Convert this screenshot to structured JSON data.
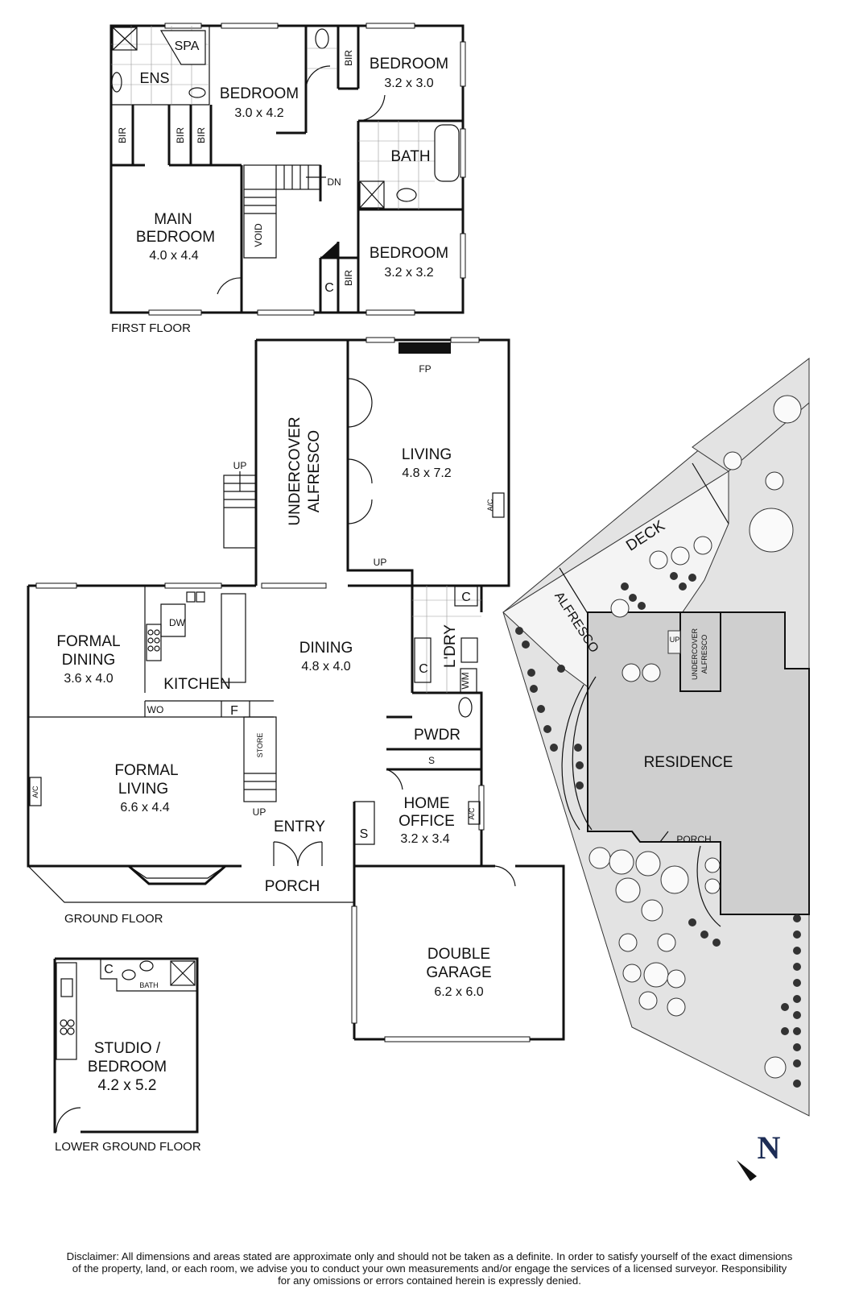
{
  "floors": {
    "first": "FIRST FLOOR",
    "ground": "GROUND FLOOR",
    "lower_ground": "LOWER GROUND FLOOR"
  },
  "rooms": {
    "spa": "SPA",
    "ens": "ENS",
    "bedroom_ens": {
      "name": "BEDROOM",
      "dims": "3.0 x 4.2"
    },
    "bedroom_ne": {
      "name": "BEDROOM",
      "dims": "3.2 x 3.0"
    },
    "bath": "BATH",
    "main_bedroom": {
      "name": "MAIN",
      "name2": "BEDROOM",
      "dims": "4.0 x 4.4"
    },
    "bedroom_se": {
      "name": "BEDROOM",
      "dims": "3.2 x 3.2"
    },
    "bir": "BIR",
    "void": "VOID",
    "dn": "DN",
    "c": "C",
    "living": {
      "name": "LIVING",
      "dims": "4.8 x 7.2"
    },
    "fp": "FP",
    "undercover_alfresco": {
      "line1": "UNDERCOVER",
      "line2": "ALFRESCO"
    },
    "up": "UP",
    "ac": "A/C",
    "formal_dining": {
      "name": "FORMAL",
      "name2": "DINING",
      "dims": "3.6 x 4.0"
    },
    "kitchen": "KITCHEN",
    "dw": "DW",
    "wo": "WO",
    "f": "F",
    "dining": {
      "name": "DINING",
      "dims": "4.8 x 4.0"
    },
    "ldry": "L'DRY",
    "wm": "WM",
    "pwdr": "PWDR",
    "s": "S",
    "store": "STORE",
    "formal_living": {
      "name": "FORMAL",
      "name2": "LIVING",
      "dims": "6.6 x 4.4"
    },
    "entry": "ENTRY",
    "home_office": {
      "name": "HOME",
      "name2": "OFFICE",
      "dims": "3.2 x 3.4"
    },
    "porch": "PORCH",
    "double_garage": {
      "name": "DOUBLE",
      "name2": "GARAGE",
      "dims": "6.2 x 6.0"
    },
    "studio": {
      "name": "STUDIO /",
      "name2": "BEDROOM",
      "dims": "4.2 x 5.2"
    },
    "bath_small": "BATH"
  },
  "site": {
    "deck": "DECK",
    "alfresco": "ALFRESCO",
    "undercover_alfresco_line1": "UNDERCOVER",
    "undercover_alfresco_line2": "ALFRESCO",
    "up": "UP",
    "residence": "RESIDENCE",
    "porch": "PORCH"
  },
  "north": "N",
  "disclaimer": {
    "line1": "Disclaimer: All dimensions and areas stated are approximate only and should not be taken as a definite. In order to satisfy yourself of the exact dimensions",
    "line2": "of the property, land, or each room, we advise you to conduct your own measurements and/or engage the services of a licensed surveyor. Responsibility",
    "line3": "for any omissions or errors contained herein is expressly denied."
  }
}
